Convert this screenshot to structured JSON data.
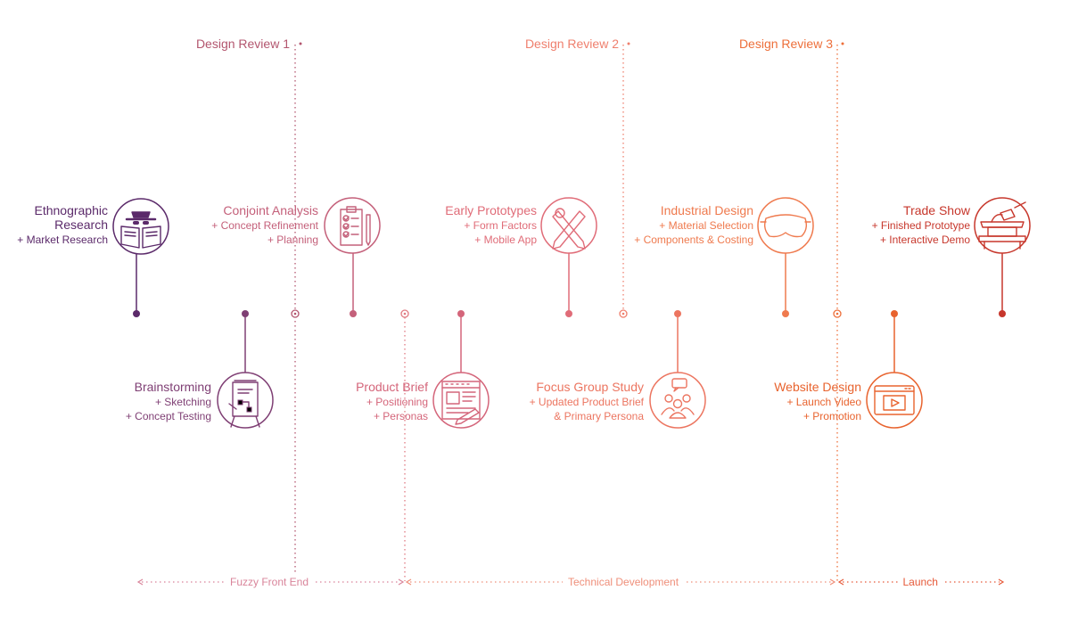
{
  "reviews": [
    {
      "label": "Design Review 1",
      "color": "#b3566f"
    },
    {
      "label": "Design Review 2",
      "color": "#ef7f6d"
    },
    {
      "label": "Design Review 3",
      "color": "#ed6f3a"
    }
  ],
  "milestones": [
    {
      "id": "ethnographic",
      "title_lines": [
        "Ethnographic",
        "Research"
      ],
      "subs": [
        "+ Market Research"
      ],
      "color": "#5b2a6a",
      "icon": "spy-reading-icon"
    },
    {
      "id": "brainstorming",
      "title_lines": [
        "Brainstorming"
      ],
      "subs": [
        "+ Sketching",
        "+ Concept Testing"
      ],
      "color": "#7f3f74",
      "icon": "flipchart-icon"
    },
    {
      "id": "conjoint",
      "title_lines": [
        "Conjoint Analysis"
      ],
      "subs": [
        "+ Concept Refinement",
        "+ Planning"
      ],
      "color": "#c4607a",
      "icon": "clipboard-checklist-icon"
    },
    {
      "id": "brief",
      "title_lines": [
        "Product Brief"
      ],
      "subs": [
        "+ Positioning",
        "+ Personas"
      ],
      "color": "#d4657a",
      "icon": "wireframe-icon"
    },
    {
      "id": "prototypes",
      "title_lines": [
        "Early Prototypes"
      ],
      "subs": [
        "+ Form Factors",
        "+ Mobile App"
      ],
      "color": "#e06c78",
      "icon": "pencil-tools-icon"
    },
    {
      "id": "focus",
      "title_lines": [
        "Focus Group Study"
      ],
      "subs": [
        "+ Updated Product Brief",
        "& Primary Persona"
      ],
      "color": "#ec7560",
      "icon": "group-chat-icon"
    },
    {
      "id": "industrial",
      "title_lines": [
        "Industrial Design"
      ],
      "subs": [
        "+ Material Selection",
        "+ Components & Costing"
      ],
      "color": "#ef7a4e",
      "icon": "sleep-mask-icon"
    },
    {
      "id": "website",
      "title_lines": [
        "Website Design"
      ],
      "subs": [
        "+ Launch Video",
        "+ Promotion"
      ],
      "color": "#e8632e",
      "icon": "browser-video-icon"
    },
    {
      "id": "tradeshow",
      "title_lines": [
        "Trade Show"
      ],
      "subs": [
        "+ Finished Prototype",
        "+ Interactive Demo"
      ],
      "color": "#c7372c",
      "icon": "booth-icon"
    }
  ],
  "phases": [
    {
      "label": "Fuzzy Front End",
      "color": "#d9849a"
    },
    {
      "label": "Technical Development",
      "color": "#ef8f7a"
    },
    {
      "label": "Launch",
      "color": "#e65a3a"
    }
  ],
  "colors": {
    "line_start": "#5b2a6a",
    "line_mid": "#e07a82",
    "line_end": "#c7372c"
  }
}
